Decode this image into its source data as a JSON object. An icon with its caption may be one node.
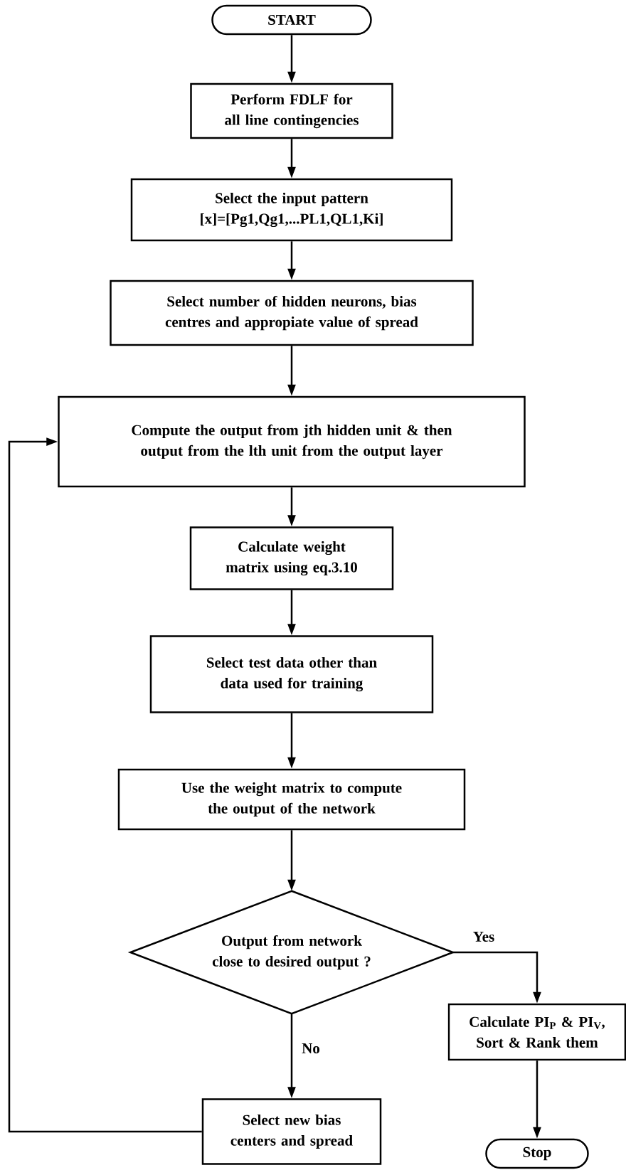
{
  "diagram": {
    "nodes": [
      {
        "text": [
          "START"
        ]
      },
      {
        "text": [
          "Perform FDLF for all line contingencies"
        ]
      },
      {
        "text": [
          "Select the input pattern [x]=[Pg1,Qg1,...PL1,QL1,Ki]"
        ]
      },
      {
        "text": [
          "Select number of hidden neurons, bias centres and appropiate value of spread"
        ]
      },
      {
        "text": [
          "Compute the output from jth hidden unit & then output from the lth unit from the output layer"
        ]
      },
      {
        "text": [
          "Calculate weight matrix using eq.3.10"
        ]
      },
      {
        "text": [
          "Select test data other than data used for training"
        ]
      },
      {
        "text": [
          "Use the weight matrix to compute the output of the network"
        ]
      },
      {
        "text": [
          "Output from network close to desired output ?"
        ]
      },
      {
        "text": [
          "Calculate PI$_{P}$ & PI$_{V}$, Sort & Rank them"
        ]
      },
      {
        "text": [
          "Select new bias centers and spread"
        ]
      },
      {
        "text": [
          "Stop"
        ]
      }
    ],
    "edges": [
      {
        "from": 0,
        "to": 1,
        "arrow": "to"
      },
      {
        "from": 1,
        "to": 2,
        "arrow": "to"
      },
      {
        "from": 2,
        "to": 3,
        "arrow": "to"
      },
      {
        "from": 3,
        "to": 4,
        "arrow": "to"
      },
      {
        "from": 4,
        "to": 5,
        "arrow": "to"
      },
      {
        "from": 5,
        "to": 6,
        "arrow": "to"
      },
      {
        "from": 6,
        "to": 7,
        "arrow": "to"
      },
      {
        "from": 7,
        "to": 8,
        "arrow": "to"
      },
      {
        "from": 8,
        "to": 9,
        "arrow": "to",
        "label": "Yes"
      },
      {
        "from": 8,
        "to": 10,
        "arrow": "to",
        "label": "No"
      },
      {
        "from": 9,
        "to": 11,
        "arrow": "to"
      },
      {
        "from": 10,
        "to": 4,
        "arrow": "to"
      }
    ]
  }
}
